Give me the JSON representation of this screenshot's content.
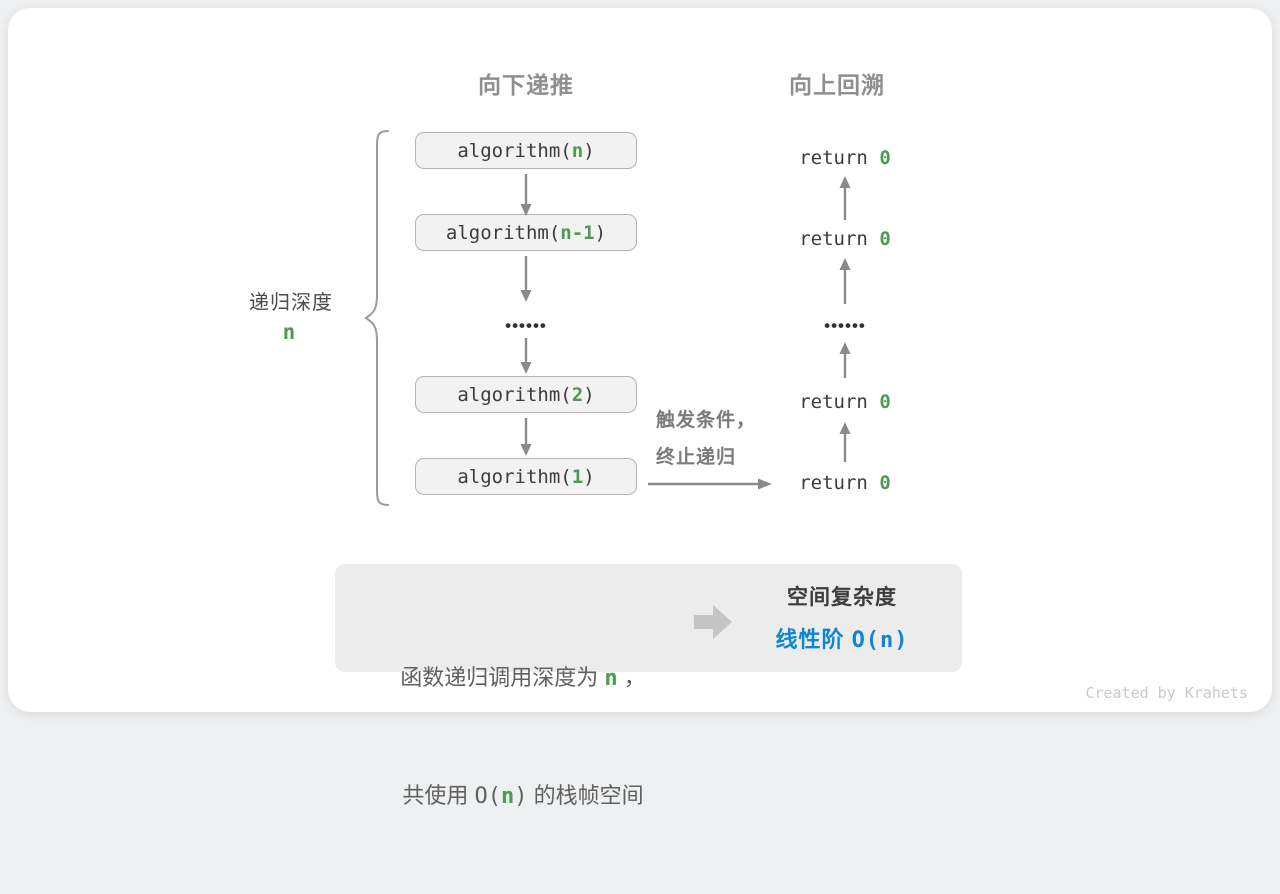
{
  "colors": {
    "accent_green": "#4d9a50",
    "accent_blue": "#0f86d2",
    "box_background": "#f2f2f2",
    "box_border": "#b4b4b4",
    "arrow_gray": "#8a8a8a",
    "summary_background": "#ececec"
  },
  "headers": {
    "downward": "向下递推",
    "upward": "向上回溯"
  },
  "depth_label": {
    "text": "递归深度",
    "variable": "n"
  },
  "flow": {
    "rows": [
      {
        "left": {
          "pre": "algorithm(",
          "hl": "n",
          "post": ")"
        },
        "right": {
          "pre": "return ",
          "hl": "0"
        }
      },
      {
        "left": {
          "pre": "algorithm(",
          "hl": "n-1",
          "post": ")"
        },
        "right": {
          "pre": "return ",
          "hl": "0"
        }
      },
      {
        "left_dots": "••••••",
        "right_dots": "••••••"
      },
      {
        "left": {
          "pre": "algorithm(",
          "hl": "2",
          "post": ")"
        },
        "right": {
          "pre": "return ",
          "hl": "0"
        }
      },
      {
        "left": {
          "pre": "algorithm(",
          "hl": "1",
          "post": ")"
        },
        "right": {
          "pre": "return ",
          "hl": "0"
        }
      }
    ]
  },
  "annotation": {
    "line1": "触发条件，",
    "line2": "终止递归"
  },
  "summary": {
    "left": {
      "line1_pre": "函数递归调用深度为 ",
      "line1_hl": "n",
      "line1_post": " ，",
      "line2_t1": "共使用 ",
      "line2_c1": "O(",
      "line2_hl": "n",
      "line2_c2": ")",
      "line2_t2": " 的栈帧空间"
    },
    "right": {
      "title": "空间复杂度",
      "sub_pre": "线性阶 ",
      "sub_hl": "O(n)"
    }
  },
  "credit": "Created by Krahets"
}
